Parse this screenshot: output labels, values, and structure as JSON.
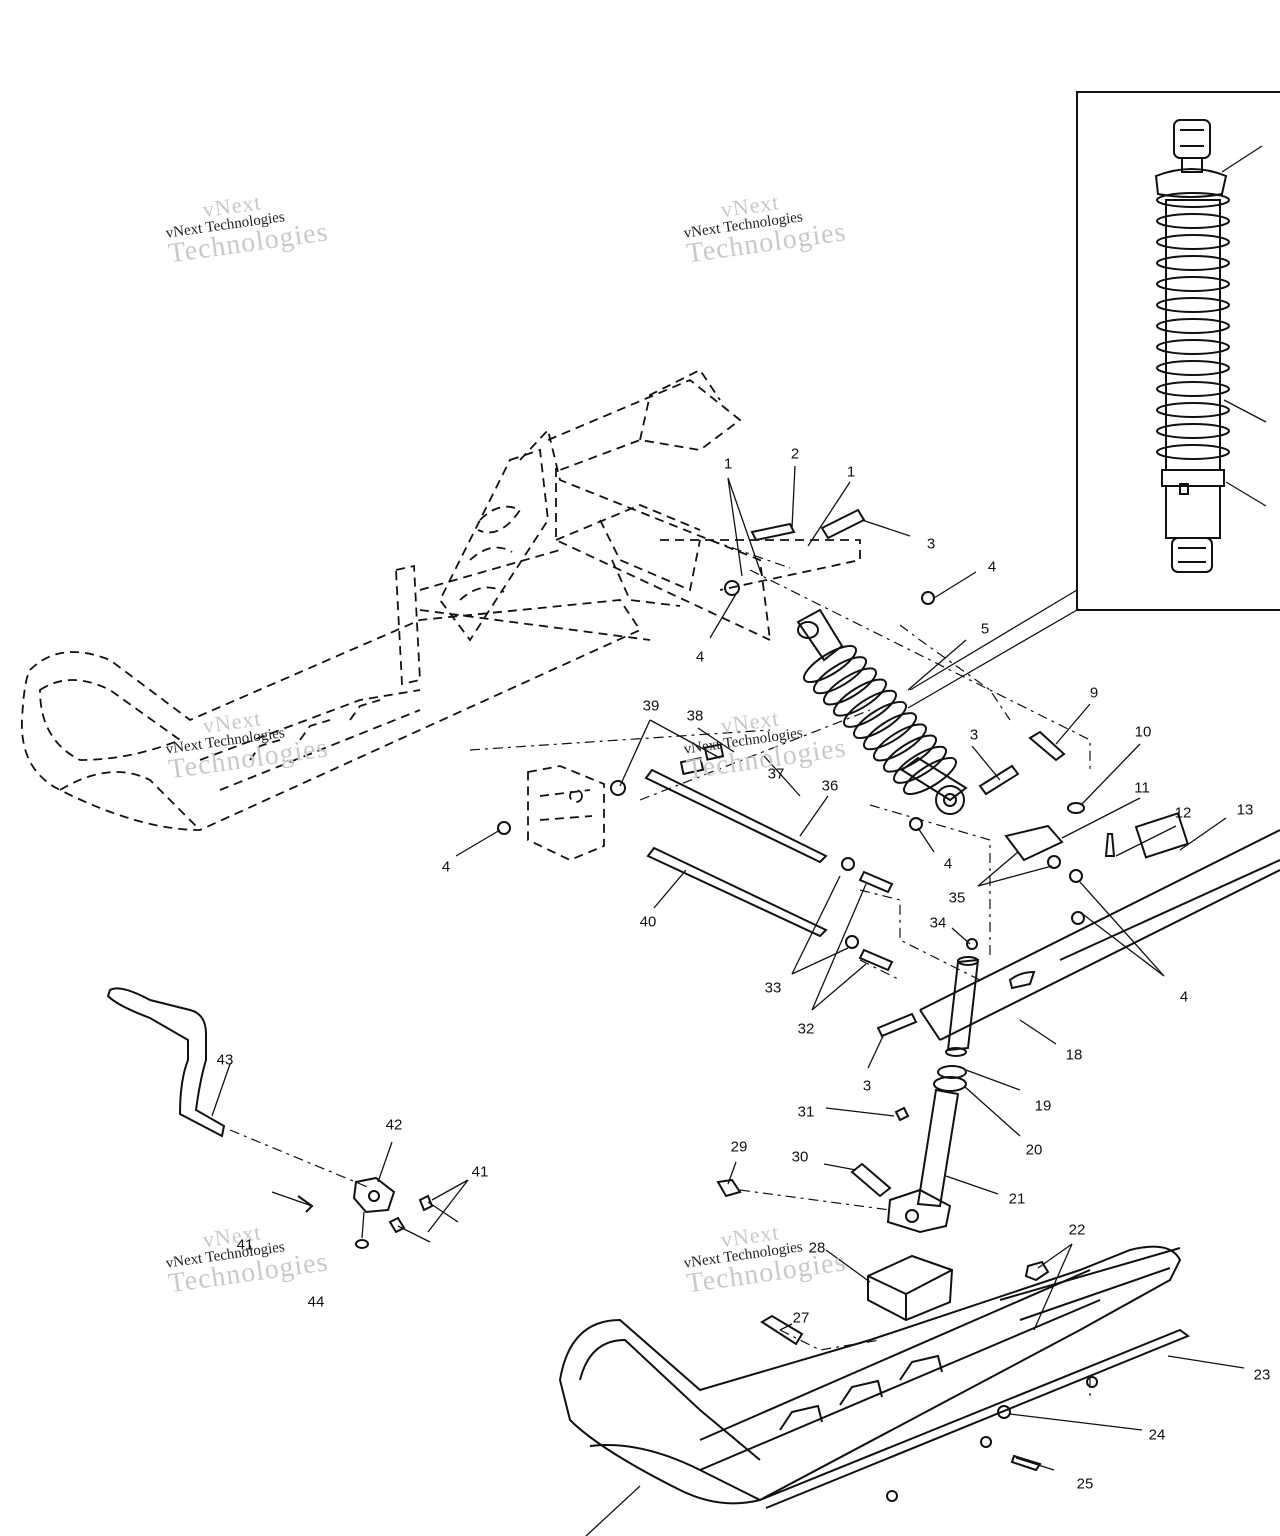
{
  "watermark": {
    "word1": "vNext",
    "line2": "vNext Technologies",
    "word3": "Technologies"
  },
  "callouts": {
    "c1a": "1",
    "c2": "2",
    "c1b": "1",
    "c3a": "3",
    "c4a": "4",
    "c4b": "4",
    "c5": "5",
    "c39": "39",
    "c38": "38",
    "c37": "37",
    "c36": "36",
    "c9": "9",
    "c3b": "3",
    "c10": "10",
    "c11": "11",
    "c12": "12",
    "c13": "13",
    "c4c": "4",
    "c4d": "4",
    "c35": "35",
    "c40": "40",
    "c34": "34",
    "c33": "33",
    "c4e": "4",
    "c32": "32",
    "c18": "18",
    "c3c": "3",
    "c43": "43",
    "c19": "19",
    "c31": "31",
    "c20": "20",
    "c42": "42",
    "c29": "29",
    "c30": "30",
    "c41a": "41",
    "c21": "21",
    "c41b": "41",
    "c22": "22",
    "c28": "28",
    "c44": "44",
    "c27": "27",
    "c23": "23",
    "c24": "24",
    "c25": "25"
  }
}
